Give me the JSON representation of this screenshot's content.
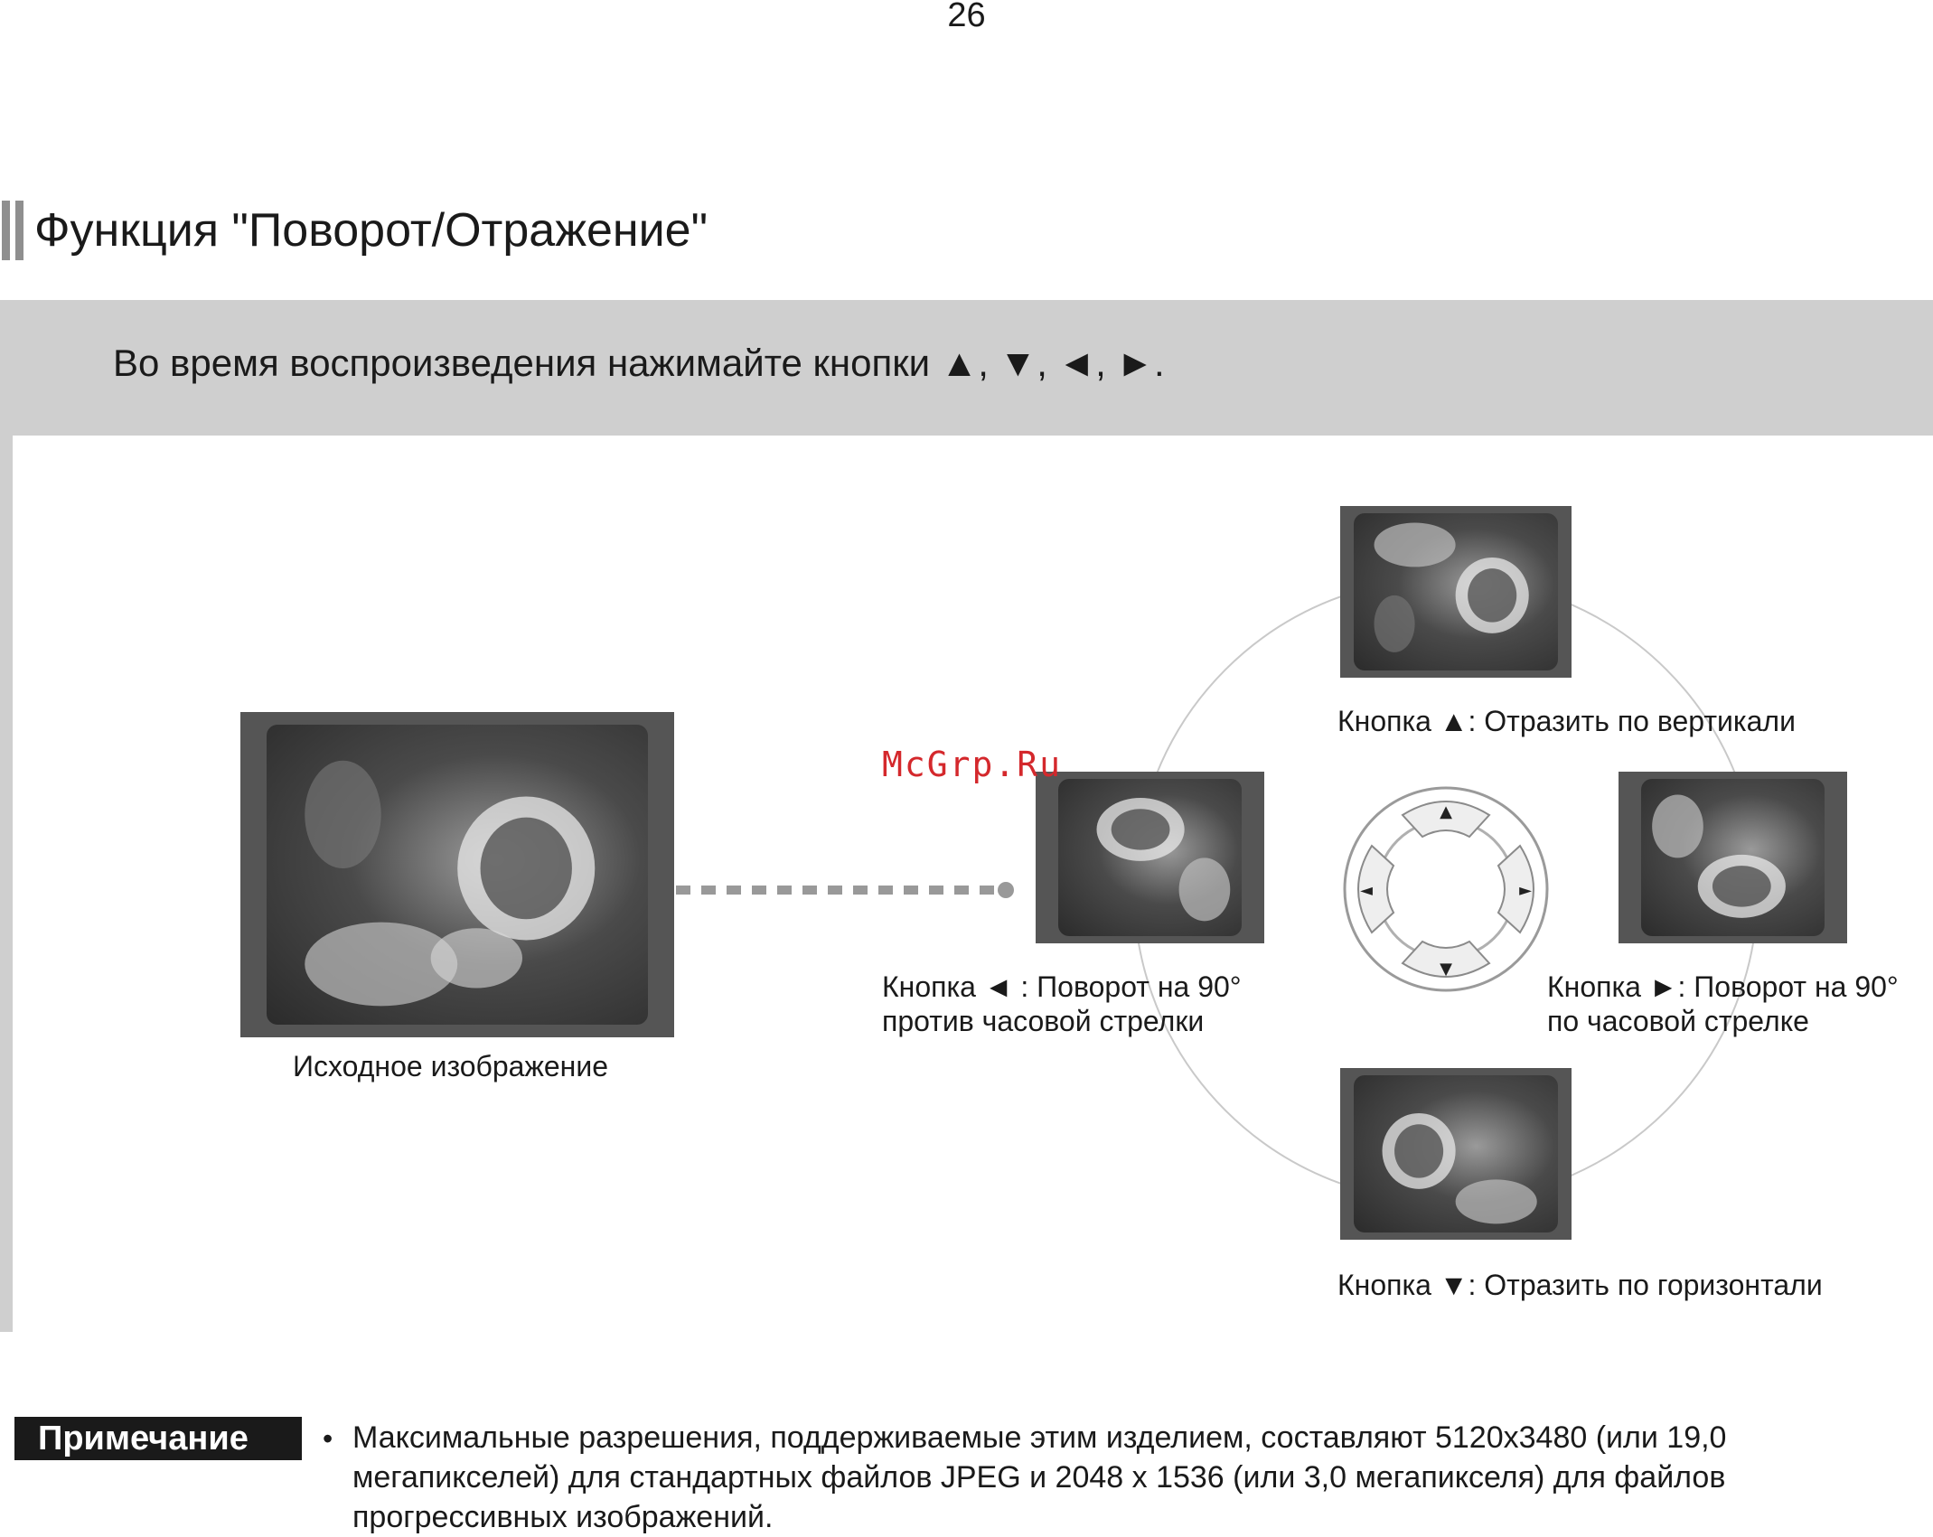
{
  "page_number": "26",
  "title": "Функция \"Поворот/Отражение\"",
  "instruction": "Во время воспроизведения нажимайте кнопки ▲, ▼, ◄, ►.",
  "watermark": "McGrp.Ru",
  "original": {
    "caption": "Исходное изображение"
  },
  "actions": {
    "up": {
      "caption": "Кнопка ▲: Отразить по вертикали"
    },
    "down": {
      "caption": "Кнопка ▼: Отразить по горизонтали"
    },
    "left": {
      "caption_line1": "Кнопка ◄ : Поворот на 90°",
      "caption_line2": "против часовой стрелки"
    },
    "right": {
      "caption_line1": "Кнопка ►: Поворот на 90°",
      "caption_line2": "по часовой стрелке"
    }
  },
  "dpad": {
    "up_icon": "▲",
    "down_icon": "▼",
    "left_icon": "◄",
    "right_icon": "►"
  },
  "note": {
    "label": "Примечание",
    "bullet": "•",
    "text": "Максимальные разрешения, поддерживаемые этим изделием, составляют 5120x3480 (или 19,0 мегапикселей) для стандартных файлов JPEG и 2048 x 1536 (или 3,0 мегапикселя) для файлов прогрессивных изображений."
  },
  "colors": {
    "frame": "#555555",
    "band": "#cfcfcf",
    "accent_title_bars": "#8f8f8f",
    "watermark": "#d4282c"
  }
}
